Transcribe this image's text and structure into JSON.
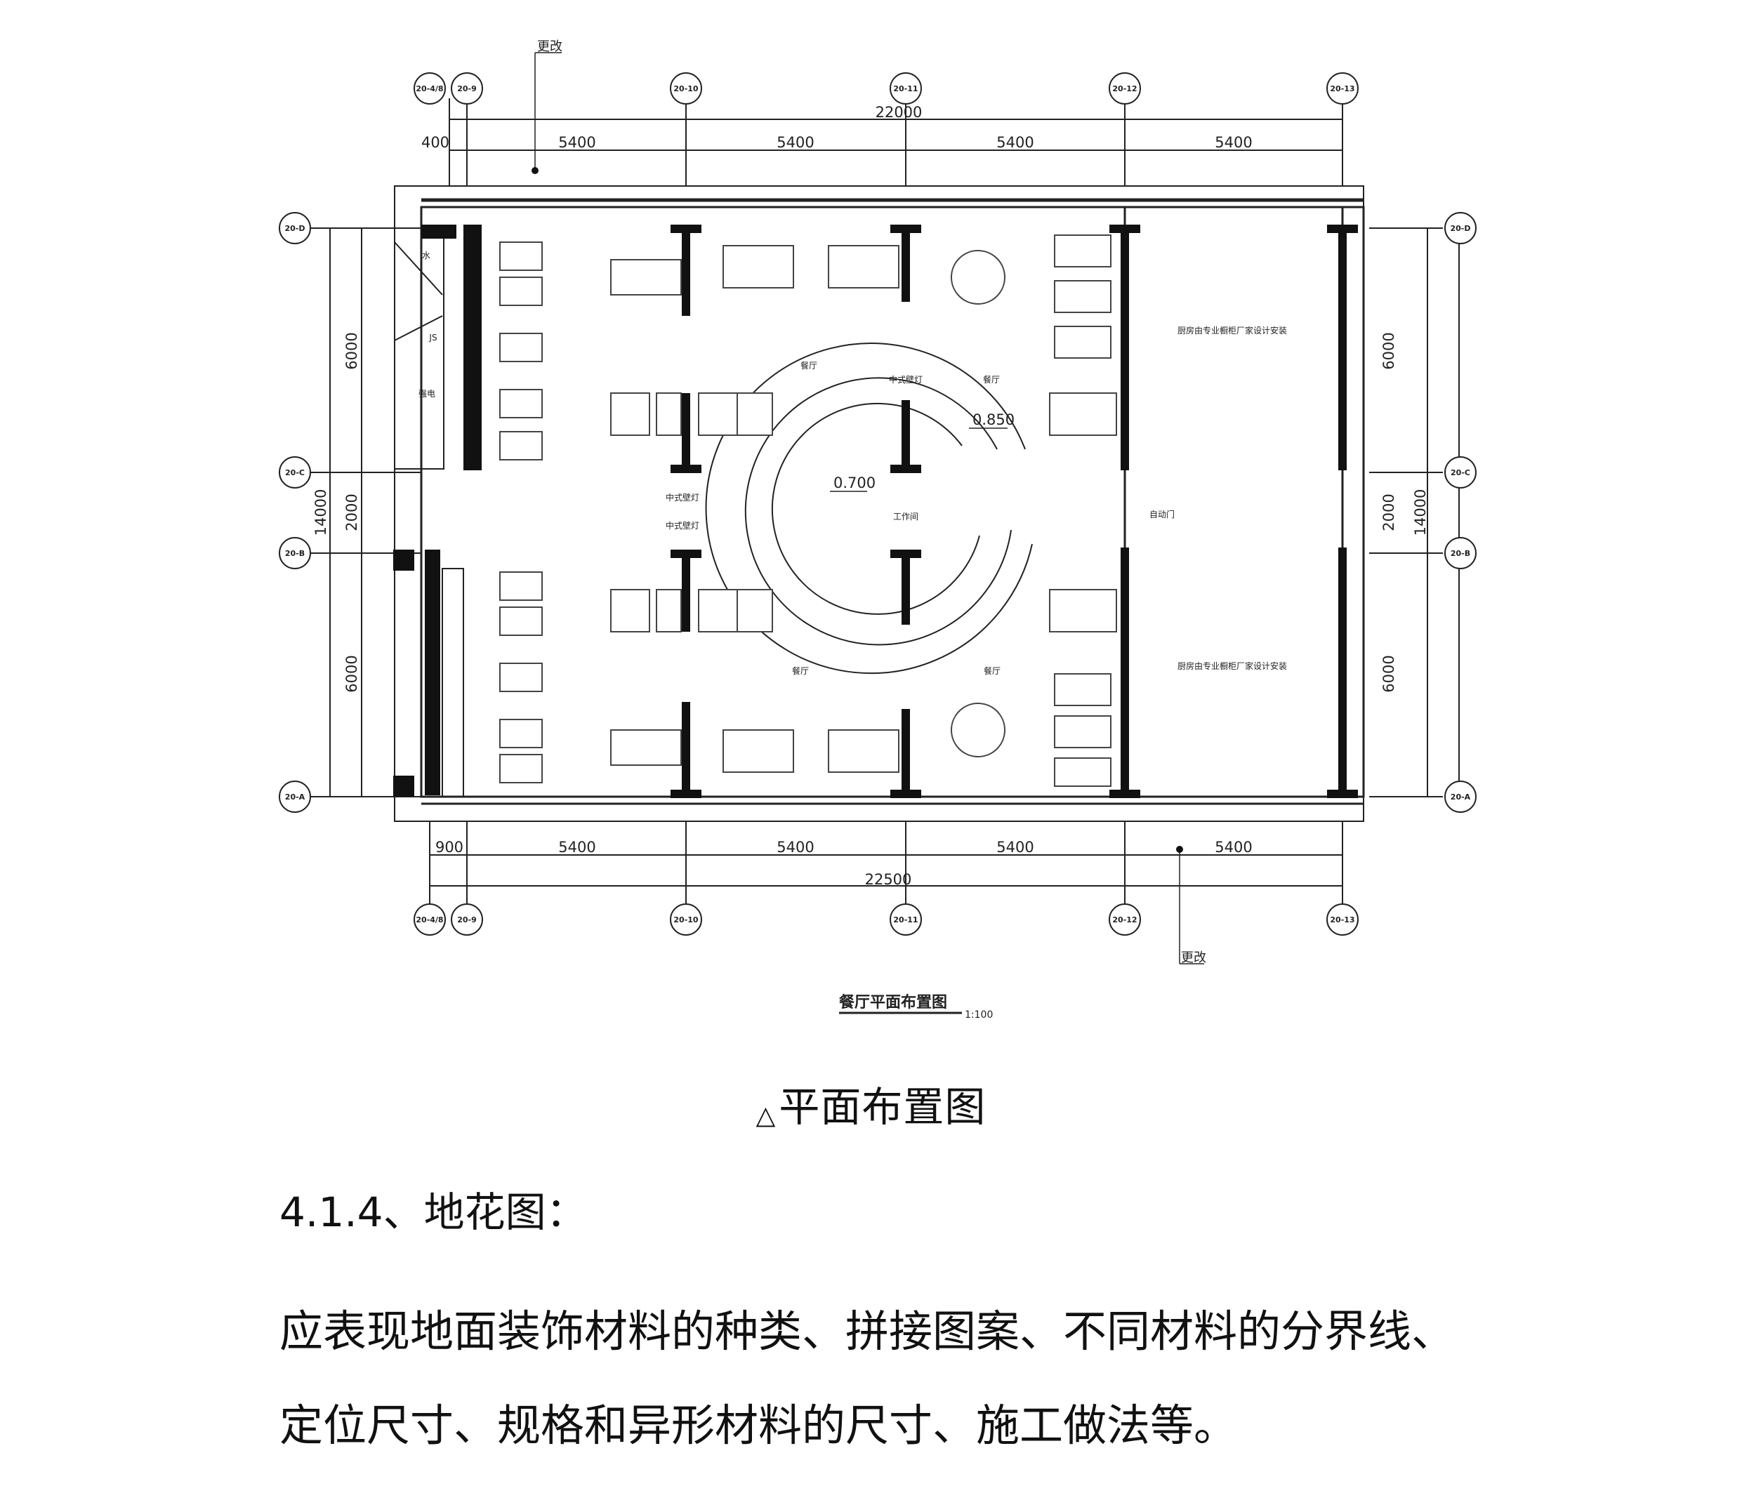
{
  "plan": {
    "title": "餐厅平面布置图",
    "scale": "1:100",
    "change_note": "更改",
    "grid_top": [
      "20-4/8",
      "20-9",
      "20-10",
      "20-11",
      "20-12",
      "20-13"
    ],
    "grid_bottom": [
      "20-4/8",
      "20-9",
      "20-10",
      "20-11",
      "20-12",
      "20-13"
    ],
    "grid_left": [
      "20-D",
      "20-C",
      "20-B",
      "20-A"
    ],
    "grid_right": [
      "20-D",
      "20-C",
      "20-B",
      "20-A"
    ],
    "dim_top_total": "22000",
    "dim_top_parts": [
      "400",
      "5400",
      "5400",
      "5400",
      "5400"
    ],
    "dim_bottom_total": "22500",
    "dim_bottom_parts": [
      "900",
      "5400",
      "5400",
      "5400",
      "5400"
    ],
    "dim_vertical_total": "14000",
    "dim_vertical_parts": [
      "6000",
      "2000",
      "6000"
    ],
    "rooms": {
      "dining": "餐厅",
      "workroom": "工作间",
      "chinese_lamp": "中式壁灯",
      "auto_door": "自动门",
      "kitchen_note": "厨房由专业橱柜厂家设计安装",
      "water": "水",
      "js": "JS",
      "strong_power": "强电"
    },
    "levels": [
      "0.850",
      "0.700"
    ]
  },
  "caption": {
    "marker": "△",
    "text": "平面布置图"
  },
  "section": {
    "heading": "4.1.4、地花图："
  },
  "body": {
    "paragraph": "应表现地面装饰材料的种类、拼接图案、不同材料的分界线、定位尺寸、规格和异形材料的尺寸、施工做法等。"
  }
}
